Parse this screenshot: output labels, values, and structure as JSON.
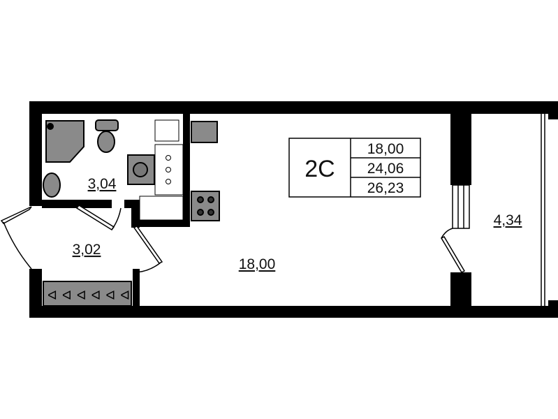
{
  "plan": {
    "apartment_type": "2C",
    "totals": [
      "18,00",
      "24,06",
      "26,23"
    ],
    "rooms": {
      "bathroom": "3,04",
      "hallway": "3,02",
      "living_room": "18,00",
      "balcony": "4,34"
    }
  },
  "colors": {
    "wall": "#000000",
    "fixture": "#8a8a8a",
    "background": "#ffffff"
  }
}
